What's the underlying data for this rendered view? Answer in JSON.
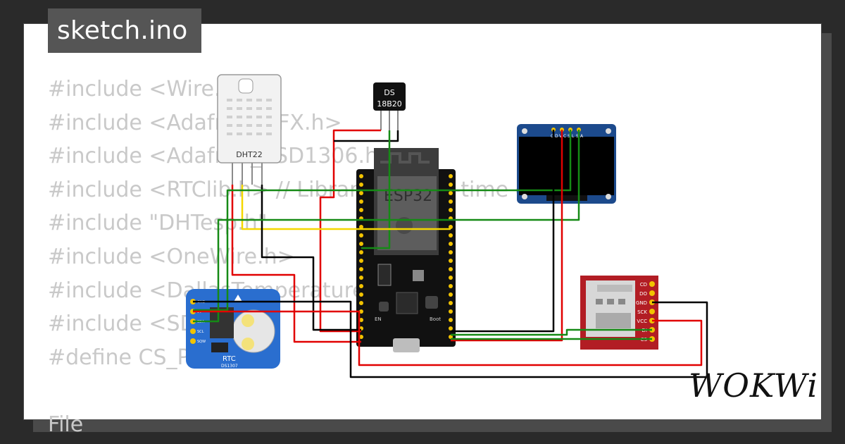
{
  "title": "sketch.ino",
  "code_lines": [
    "#include <Wire.h>",
    "#include <Adafruit_GFX.h>",
    "#include <Adafruit_SSD1306.h>",
    "#include <RTClib.h> // Library for real-time clock",
    "#include \"DHTesp.h\"",
    "#include <OneWire.h>",
    "#include <DallasTemperature.h>",
    "#include <SD.h>",
    "#define CS_PIN 5",
    "",
    "File"
  ],
  "components": {
    "dht22": {
      "label": "DHT22"
    },
    "ds18b20": {
      "label_line1": "DS",
      "label_line2": "18B20"
    },
    "esp32": {
      "label": "ESP32",
      "boot_label": "Boot",
      "en_label": "EN"
    },
    "oled": {
      "pins": [
        "G",
        "D",
        "V",
        "C",
        "S",
        "L",
        "S",
        "A"
      ]
    },
    "rtc": {
      "label": "RTC",
      "chip": "DS1307",
      "pins": [
        "GND",
        "5V",
        "SDA",
        "SCL",
        "SQW"
      ]
    },
    "sd": {
      "pins": [
        "CD",
        "DO",
        "GND",
        "SCK",
        "VCC",
        "DI",
        "CS"
      ]
    }
  },
  "logo": "WOKWi",
  "colors": {
    "background": "#2a2a2a",
    "card": "#ffffff",
    "code_text": "#c9c9c9",
    "wire_red": "#e10000",
    "wire_black": "#000000",
    "wire_green": "#158a15",
    "wire_yellow": "#f5d800"
  }
}
